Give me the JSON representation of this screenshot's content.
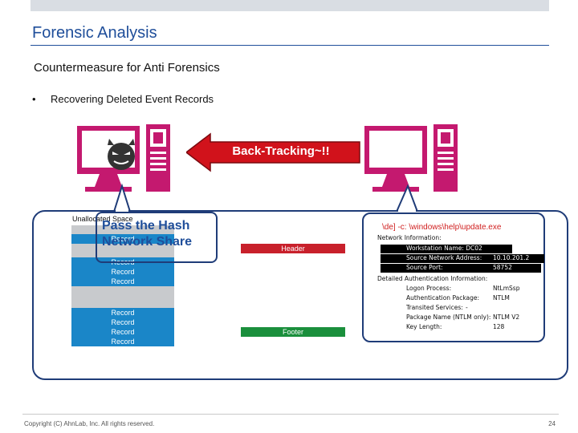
{
  "slide": {
    "title": "Forensic Analysis",
    "subtitle": "Countermeasure for Anti Forensics",
    "bullet_marker": "•",
    "bullet": "Recovering Deleted Event Records",
    "arrow_label": "Back-Tracking~!!",
    "unallocated_label": "Unallocated Space",
    "pass_the_hash": "Pass the Hash",
    "network_share": "Network Share",
    "records_group1": [
      "Record",
      "Record",
      "Record",
      "Record"
    ],
    "records_group2": [
      "Record",
      "Record",
      "Record",
      "Record"
    ],
    "header_label": "Header",
    "footer_label": "Footer",
    "log": {
      "command": "\\de] -c: \\windows\\help\\update.exe",
      "network_info": "Network Information:",
      "workstation_label": "Workstation Name:",
      "workstation_value": "DC02",
      "source_address_label": "Source Network Address:",
      "source_address_value": "10.10.201.2",
      "source_port_label": "Source Port:",
      "source_port_value": "58752",
      "detailed_auth": "Detailed Authentication Information:",
      "logon_process_label": "Logon Process:",
      "logon_process_value": "NtLmSsp",
      "auth_package_label": "Authentication Package:",
      "auth_package_value": "NTLM",
      "transited_label": "Transited Services:",
      "transited_value": "-",
      "package_name_label": "Package Name (NTLM only):",
      "package_name_value": "NTLM V2",
      "key_length_label": "Key Length:",
      "key_length_value": "128"
    },
    "copyright": "Copyright (C) AhnLab, Inc. All rights reserved.",
    "page_number": "24"
  },
  "colors": {
    "title_blue": "#1f4e9a",
    "computer_magenta": "#c4196f",
    "arrow_red": "#d1121b",
    "record_blue": "#1a86c8",
    "header_red": "#c8202b",
    "footer_green": "#1a8f3c",
    "callout_border": "#1f3c78"
  },
  "icons": [
    "attacker-computer-icon",
    "devil-face-icon",
    "victim-computer-icon",
    "back-arrow-icon"
  ]
}
